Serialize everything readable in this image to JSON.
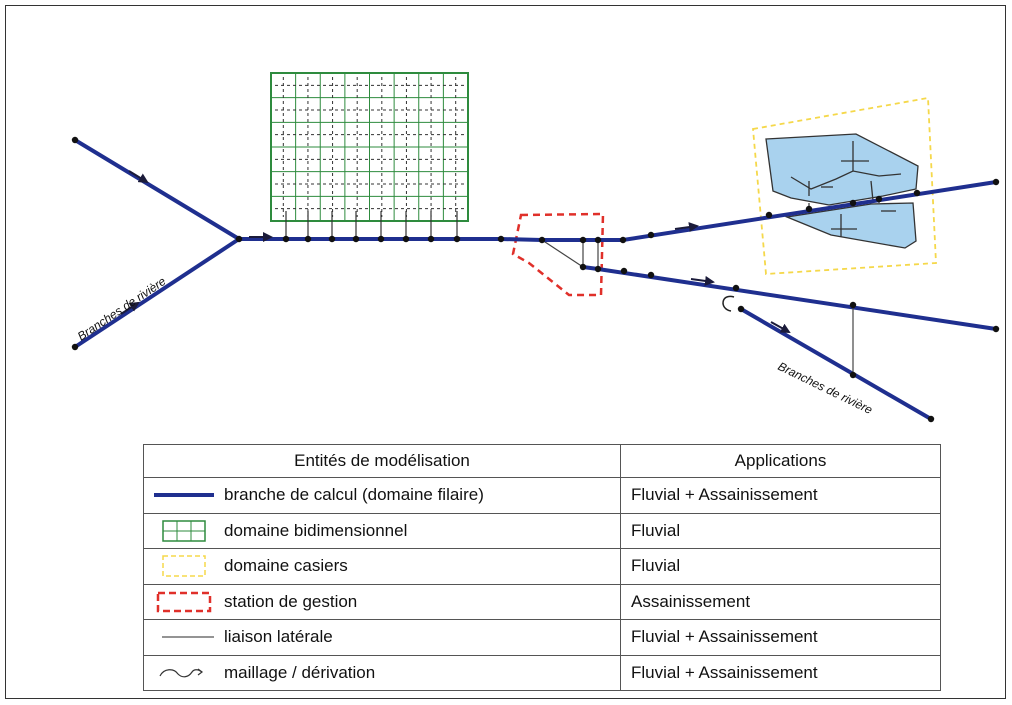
{
  "diagram": {
    "river_label_left": "Branches de rivière",
    "river_label_right": "Branches de rivière"
  },
  "legend": {
    "header_entities": "Entités de modélisation",
    "header_applications": "Applications",
    "rows": [
      {
        "icon": "thick-blue-line-icon",
        "label": "branche de calcul (domaine filaire)",
        "application": "Fluvial + Assainissement"
      },
      {
        "icon": "green-grid-icon",
        "label": "domaine bidimensionnel",
        "application": "Fluvial"
      },
      {
        "icon": "yellow-dashed-box-icon",
        "label": "domaine casiers",
        "application": "Fluvial"
      },
      {
        "icon": "red-dashed-box-icon",
        "label": "station de gestion",
        "application": "Assainissement"
      },
      {
        "icon": "thin-gray-line-icon",
        "label": "liaison latérale",
        "application": "Fluvial + Assainissement"
      },
      {
        "icon": "curved-arrow-icon",
        "label": "maillage / dérivation",
        "application": "Fluvial + Assainissement"
      }
    ]
  },
  "colors": {
    "branch": "#1f2f8f",
    "grid": "#2e8b3e",
    "casier_border": "#f5d84a",
    "casier_fill": "#a9d2ee",
    "station": "#e0302a",
    "lateral": "#555555"
  }
}
